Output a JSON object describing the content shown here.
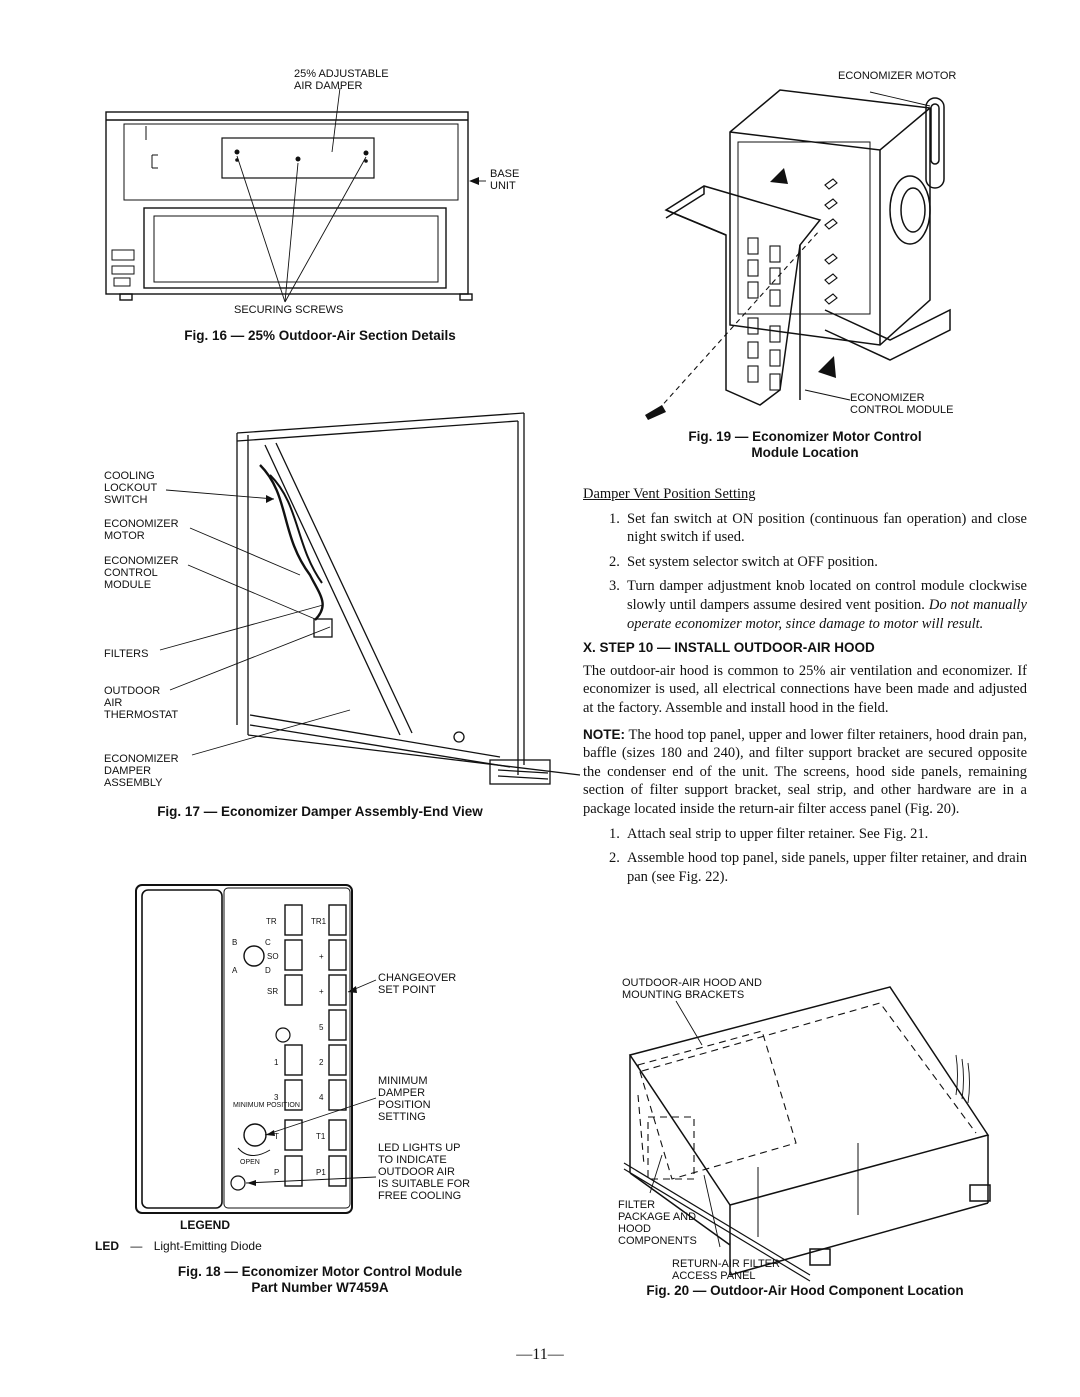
{
  "fig16": {
    "label_damper": "25% ADJUSTABLE\nAIR DAMPER",
    "label_base": "BASE\nUNIT",
    "label_screws": "SECURING SCREWS",
    "caption": "Fig. 16 — 25% Outdoor-Air Section Details"
  },
  "fig17": {
    "labels": [
      "COOLING\nLOCKOUT\nSWITCH",
      "ECONOMIZER\nMOTOR",
      "ECONOMIZER\nCONTROL\nMODULE",
      "FILTERS",
      "OUTDOOR\nAIR\nTHERMOSTAT",
      "ECONOMIZER\nDAMPER\nASSEMBLY"
    ],
    "caption": "Fig. 17 — Economizer Damper Assembly-End View"
  },
  "fig18": {
    "terminals_left": [
      "TR",
      "",
      "",
      "",
      "1",
      "3",
      "T",
      "P"
    ],
    "terminals_right": [
      "TR1",
      "+",
      "+",
      "5",
      "2",
      "4",
      "T1",
      "P1"
    ],
    "pot_letters": {
      "b": "B",
      "c": "C",
      "so": "SO",
      "a": "A",
      "d": "D",
      "sr": "SR"
    },
    "min_position": "MINIMUM\nPOSITION",
    "open": "OPEN",
    "callout_changeover": "CHANGEOVER\nSET POINT",
    "callout_minimum": "MINIMUM\nDAMPER\nPOSITION\nSETTING",
    "callout_led": "LED LIGHTS UP\nTO INDICATE\nOUTDOOR AIR\nIS SUITABLE FOR\nFREE COOLING",
    "legend_title": "LEGEND",
    "legend_abbr": "LED",
    "legend_dash": "—",
    "legend_text": "Light-Emitting Diode",
    "caption_line1": "Fig. 18 — Economizer Motor Control Module",
    "caption_line2": "Part Number W7459A"
  },
  "fig19": {
    "label_motor": "ECONOMIZER MOTOR",
    "label_module": "ECONOMIZER\nCONTROL MODULE",
    "caption_line1": "Fig. 19 — Economizer Motor Control",
    "caption_line2": "Module Location"
  },
  "text": {
    "damper_heading": "Damper Vent Position Setting",
    "damper_steps": [
      {
        "num": "1.",
        "text": "Set fan switch at ON position (continuous fan operation) and close night switch if used."
      },
      {
        "num": "2.",
        "text": "Set system selector switch at OFF position."
      },
      {
        "num": "3.",
        "text": "Turn damper adjustment knob located on control module clockwise slowly until dampers assume desired vent position.",
        "italic": "Do not manually operate economizer motor, since damage to motor will result."
      }
    ],
    "step10_heading": "X.  STEP 10 — INSTALL OUTDOOR-AIR HOOD",
    "step10_para": "The outdoor-air hood is common to 25% air ventilation and economizer. If economizer is used, all electrical connections have been made and adjusted at the factory. Assemble and install hood in the field.",
    "note_label": "NOTE:",
    "note_text": "The hood top panel, upper and lower filter retainers, hood drain pan, baffle (sizes 180 and 240), and filter support bracket are secured opposite the condenser end of the unit. The screens, hood side panels, remaining section of filter support bracket, seal strip, and other hardware are in a package located inside the return-air filter access panel (Fig. 20).",
    "hood_steps": [
      {
        "num": "1.",
        "text": "Attach seal strip to upper filter retainer. See Fig. 21."
      },
      {
        "num": "2.",
        "text": "Assemble hood top panel, side panels, upper filter retainer, and drain pan (see Fig. 22)."
      }
    ]
  },
  "fig20": {
    "label_hood": "OUTDOOR-AIR HOOD AND\nMOUNTING BRACKETS",
    "label_filter": "FILTER\nPACKAGE AND\nHOOD\nCOMPONENTS",
    "label_return": "RETURN-AIR FILTER\nACCESS PANEL",
    "caption": "Fig. 20 — Outdoor-Air Hood Component Location"
  },
  "page_number": "—11—"
}
